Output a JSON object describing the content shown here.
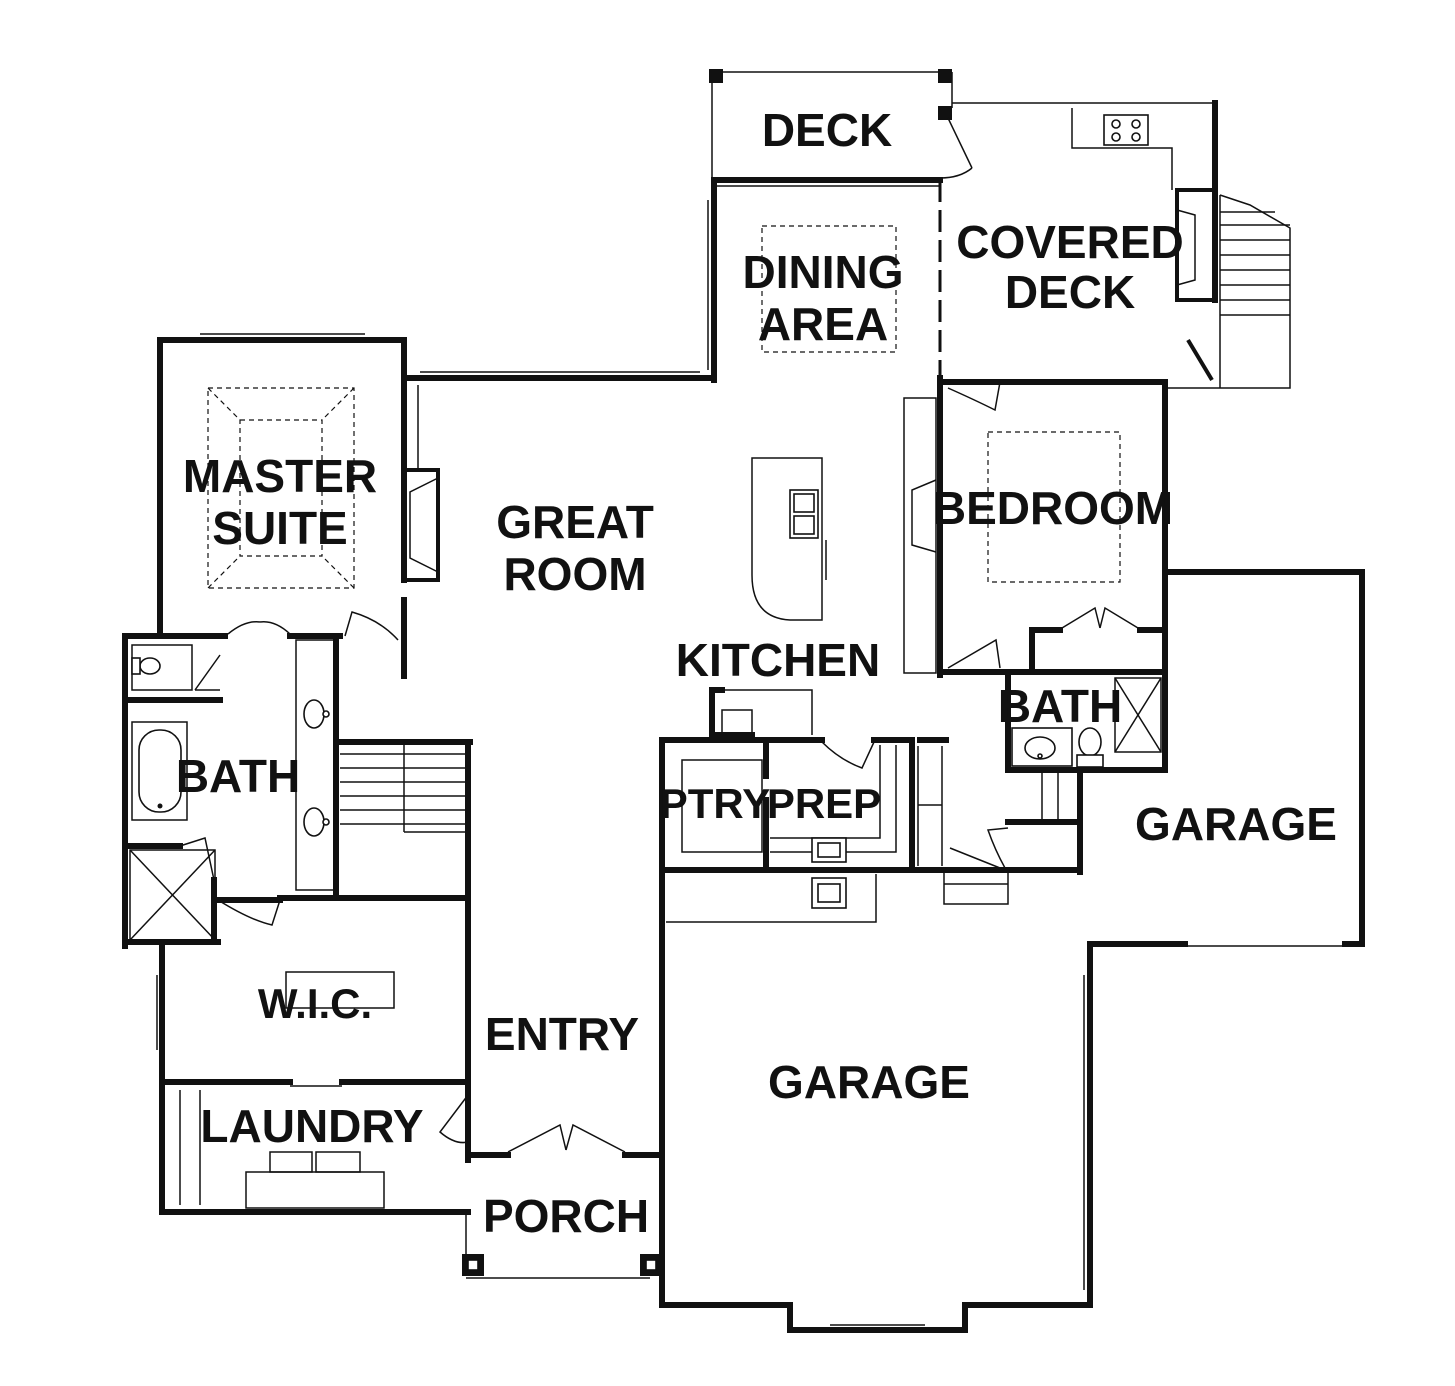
{
  "rooms": {
    "deck": "DECK",
    "covered_deck_1": "COVERED",
    "covered_deck_2": "DECK",
    "dining_1": "DINING",
    "dining_2": "AREA",
    "master_1": "MASTER",
    "master_2": "SUITE",
    "great_1": "GREAT",
    "great_2": "ROOM",
    "bedroom": "BEDROOM",
    "kitchen": "KITCHEN",
    "bath_master": "BATH",
    "bath_guest": "BATH",
    "pantry": "PTRY",
    "prep": "PREP",
    "garage_small": "GARAGE",
    "wic": "W.I.C.",
    "entry": "ENTRY",
    "garage_main": "GARAGE",
    "laundry": "LAUNDRY",
    "porch": "PORCH"
  }
}
